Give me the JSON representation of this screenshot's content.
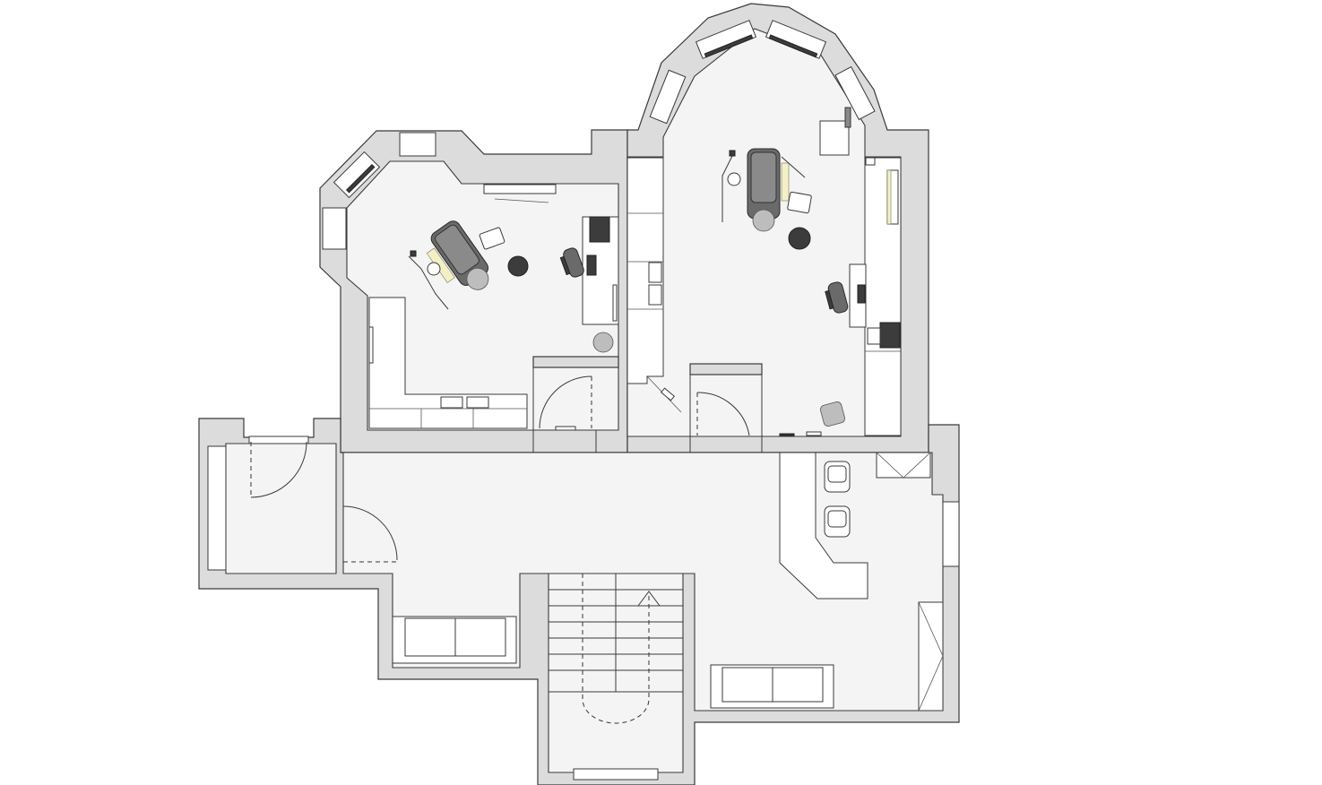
{
  "drawing": {
    "type": "floor-plan",
    "colors": {
      "wall_fill": "#dcdcdc",
      "floor_fill": "#f4f4f4",
      "line": "#3a3a3a",
      "furniture": "#ffffff",
      "equipment_dark": "#3c3c3c",
      "chair_grey": "#6a6a6a"
    },
    "rooms": [
      {
        "name": "treatment-room-left",
        "icons": [
          "dental-chair-icon",
          "stool-icon",
          "desk-icon",
          "monitor-icon",
          "office-chair-icon"
        ]
      },
      {
        "name": "treatment-room-right",
        "icons": [
          "dental-chair-icon",
          "stool-icon",
          "desk-icon",
          "monitor-icon",
          "office-chair-icon"
        ]
      },
      {
        "name": "reception-hall",
        "icons": [
          "reception-counter-icon",
          "armchair-icon",
          "sofa-icon"
        ]
      },
      {
        "name": "entrance-vestibule",
        "icons": [
          "door-swing-icon"
        ]
      },
      {
        "name": "staircase",
        "icons": [
          "stair-direction-arrow-icon"
        ]
      }
    ]
  }
}
